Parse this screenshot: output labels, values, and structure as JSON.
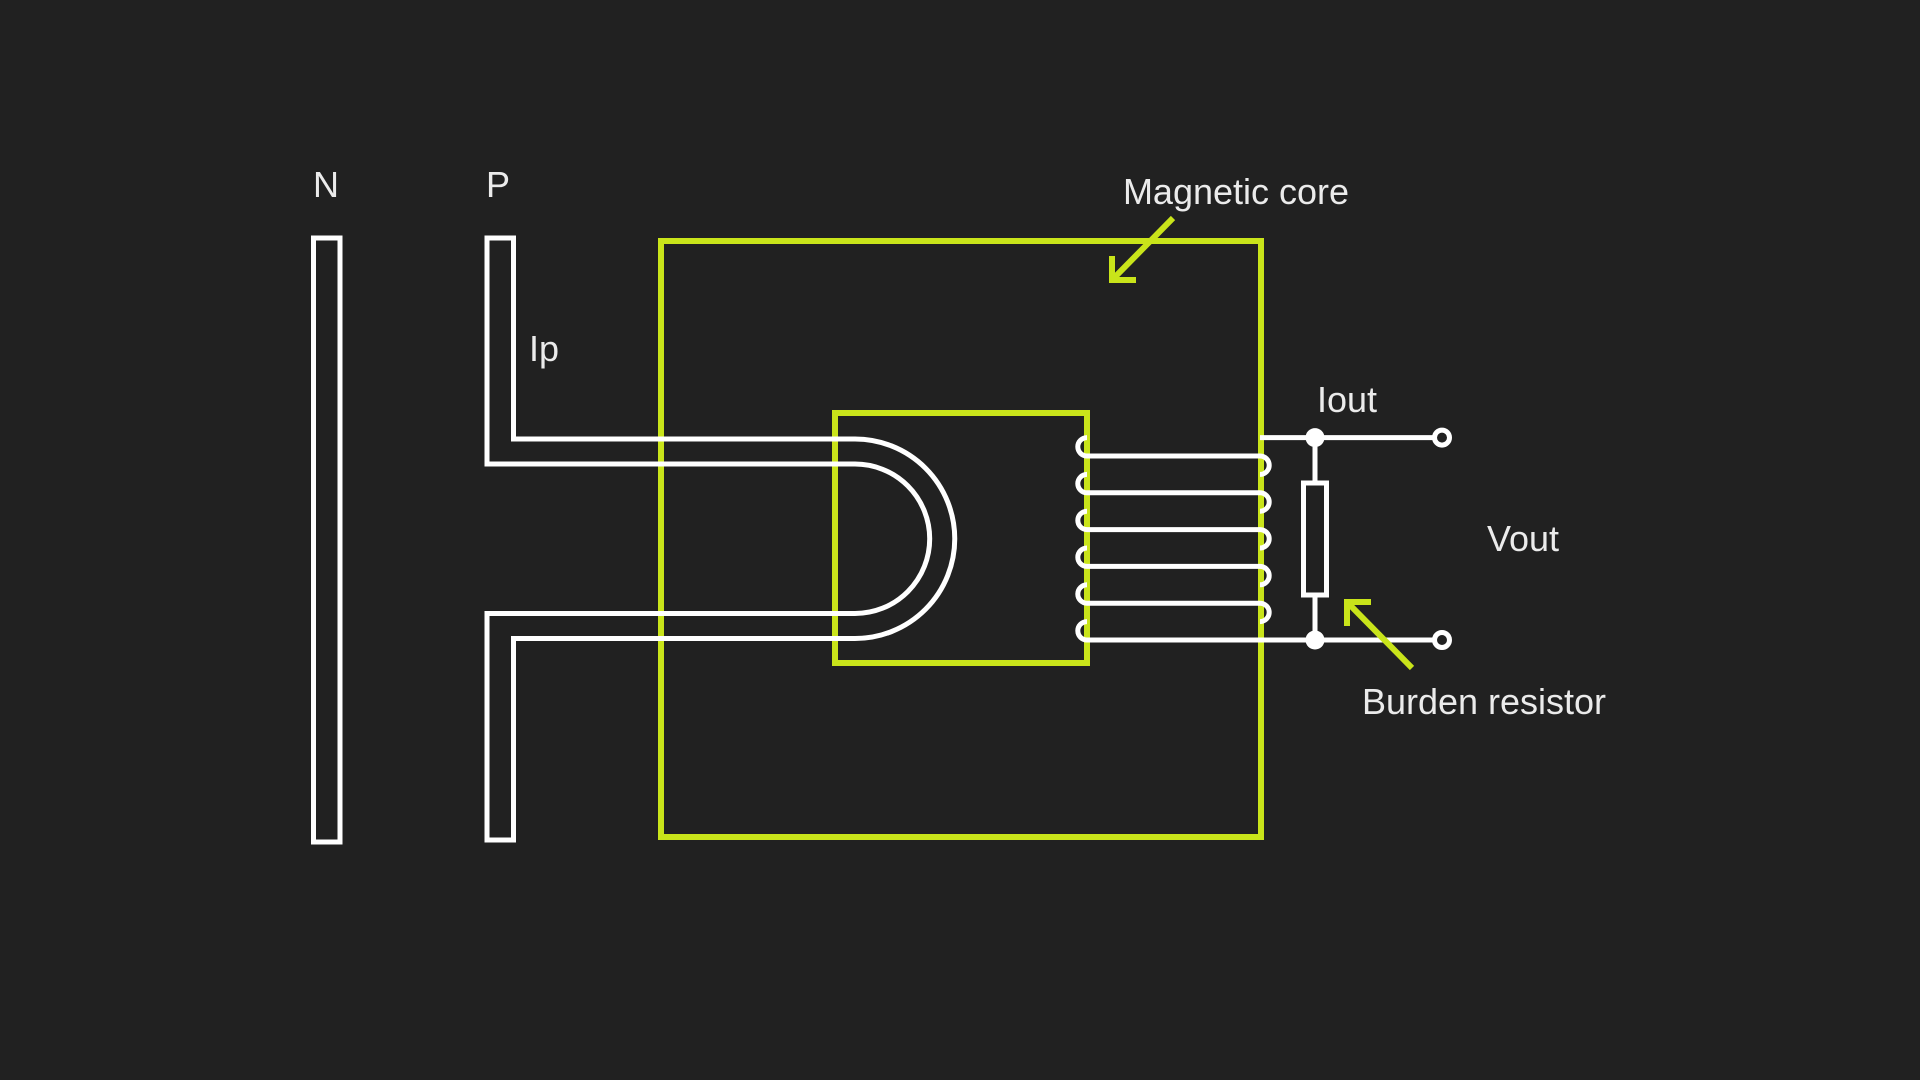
{
  "colors": {
    "background": "#212121",
    "wire": "#ffffff",
    "accent": "#c9e41a",
    "text": "#ebebeb"
  },
  "diagram": {
    "conductor_n_label": "N",
    "conductor_p_label": "P",
    "primary_current_label": "Ip",
    "magnetic_core_label": "Magnetic core",
    "output_current_label": "Iout",
    "output_voltage_label": "Vout",
    "burden_resistor_label": "Burden resistor"
  }
}
